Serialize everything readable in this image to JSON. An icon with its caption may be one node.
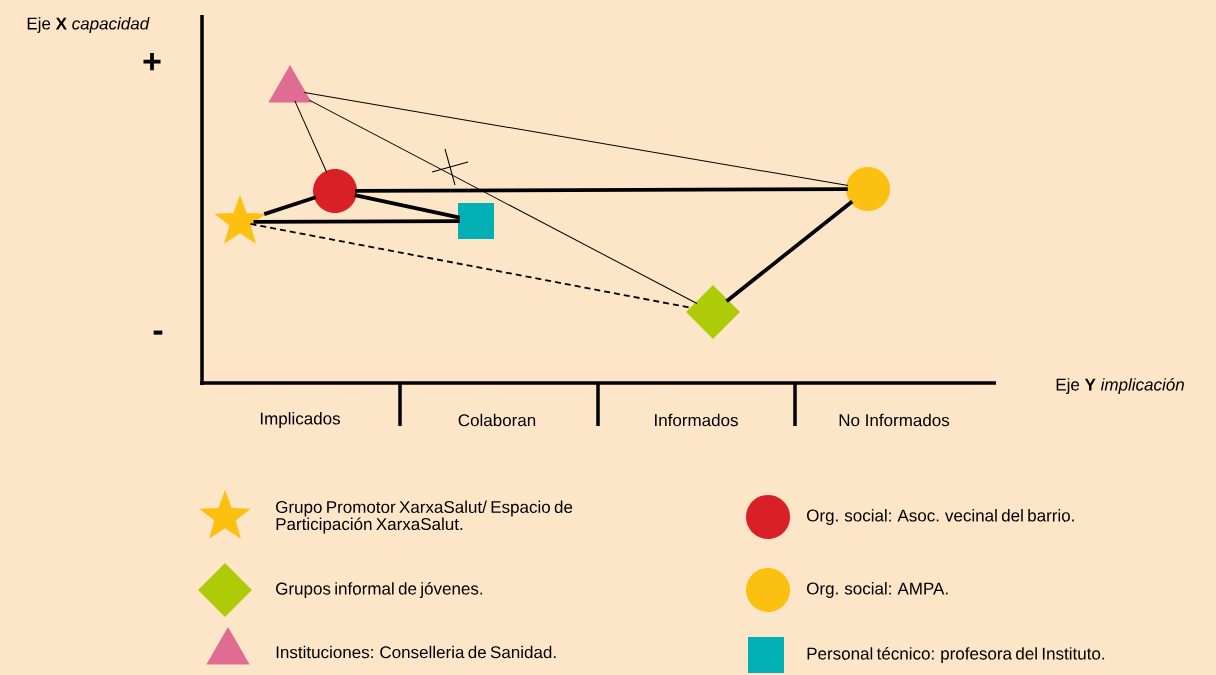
{
  "diagram": {
    "nodes": [
      {
        "text": [],
        "shape": "star"
      },
      {
        "text": [],
        "shape": "triangle"
      },
      {
        "text": [],
        "shape": "circle"
      },
      {
        "text": [],
        "shape": "box"
      },
      {
        "text": [],
        "shape": "circle"
      },
      {
        "text": [],
        "shape": "diamond"
      }
    ],
    "edges": [
      {
        "from": 1,
        "to": 2,
        "arrow": "none"
      },
      {
        "from": 1,
        "to": 5,
        "arrow": "none"
      },
      {
        "from": 1,
        "to": 4,
        "arrow": "none"
      },
      {
        "from": 0,
        "to": 2,
        "arrow": "none"
      },
      {
        "from": 2,
        "to": 4,
        "arrow": "none"
      },
      {
        "from": 2,
        "to": 3,
        "arrow": "none"
      },
      {
        "from": 3,
        "to": 0,
        "arrow": "none"
      },
      {
        "from": 0,
        "to": 5,
        "arrow": "none",
        "style": "dashed"
      },
      {
        "from": 5,
        "to": 4,
        "arrow": "none"
      }
    ],
    "labels": [
      "Eje **X** *capacidad*",
      "+",
      "-",
      "Eje **Y** *implicación*",
      "Implicados",
      "Colaboran",
      "Informados",
      "No Informados"
    ],
    "legend": [
      {
        "text": "Grupo Promotor XarxaSalut/ Espacio de Participación XarxaSalut."
      },
      {
        "text": "Org. social: Asoc. vecinal del barrio."
      },
      {
        "text": "Grupos informal de jóvenes."
      },
      {
        "text": "Org. social: AMPA."
      },
      {
        "text": "Instituciones: Conselleria de Sanidad."
      },
      {
        "text": "Personal técnico: profesora del Instituto."
      }
    ]
  }
}
